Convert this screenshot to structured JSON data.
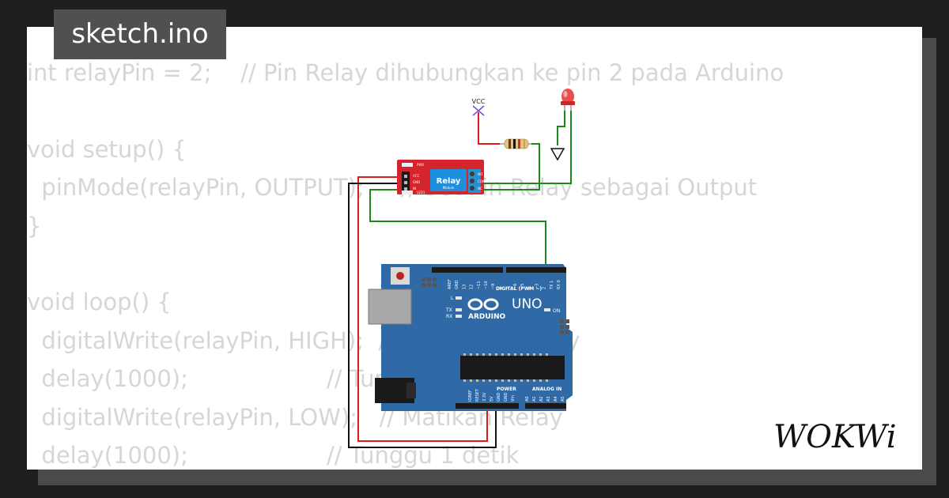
{
  "title": "sketch.ino",
  "code_lines": [
    "int relayPin = 2;    // Pin Relay dihubungkan ke pin 2 pada Arduino",
    "",
    "void setup() {",
    "  pinMode(relayPin, OUTPUT);     // Set Pin Relay sebagai Output",
    "}",
    "",
    "void loop() {",
    "  digitalWrite(relayPin, HIGH);  // Hidupkan Relay",
    "  delay(1000);                   // Tunggu 1 detik",
    "  digitalWrite(relayPin, LOW);   // Matikan Relay",
    "  delay(1000);                   // Tunggu 1 detik"
  ],
  "circuit": {
    "vcc_label": "VCC",
    "relay": {
      "name": "Relay",
      "subtitle": "Module",
      "pins": [
        "PWR",
        "VCC",
        "GND",
        "IN",
        "LED1"
      ],
      "terminals": [
        "NO",
        "COM",
        "NC"
      ]
    },
    "arduino": {
      "brand": "ARDUINO",
      "model": "UNO",
      "digital_label": "DIGITAL (PWM ~)",
      "power_label": "POWER",
      "analog_label": "ANALOG IN",
      "on_label": "ON",
      "led_labels": [
        "L",
        "TX",
        "RX"
      ],
      "digital_pins": [
        "AREF",
        "GND",
        "13",
        "12",
        "~11",
        "~10",
        "~9",
        "8",
        "7",
        "~6",
        "~5",
        "4",
        "~3",
        "2",
        "TX 1",
        "RX 0"
      ],
      "power_pins": [
        "IOREF",
        "RESET",
        "3.3V",
        "5V",
        "GND",
        "GND",
        "Vin"
      ],
      "analog_pins": [
        "A0",
        "A1",
        "A2",
        "A3",
        "A4",
        "A5"
      ]
    }
  },
  "logo_text": "WOKWi",
  "colors": {
    "background": "#1e1e1e",
    "card": "#ffffff",
    "code_text": "#d6d6d6",
    "title_bg": "#505050",
    "arduino_blue": "#2f6aa6",
    "relay_red": "#d6242c",
    "relay_blue": "#1e8fdc",
    "wire_red": "#e01b1b",
    "wire_green": "#1b8a1b",
    "wire_black": "#111111"
  }
}
